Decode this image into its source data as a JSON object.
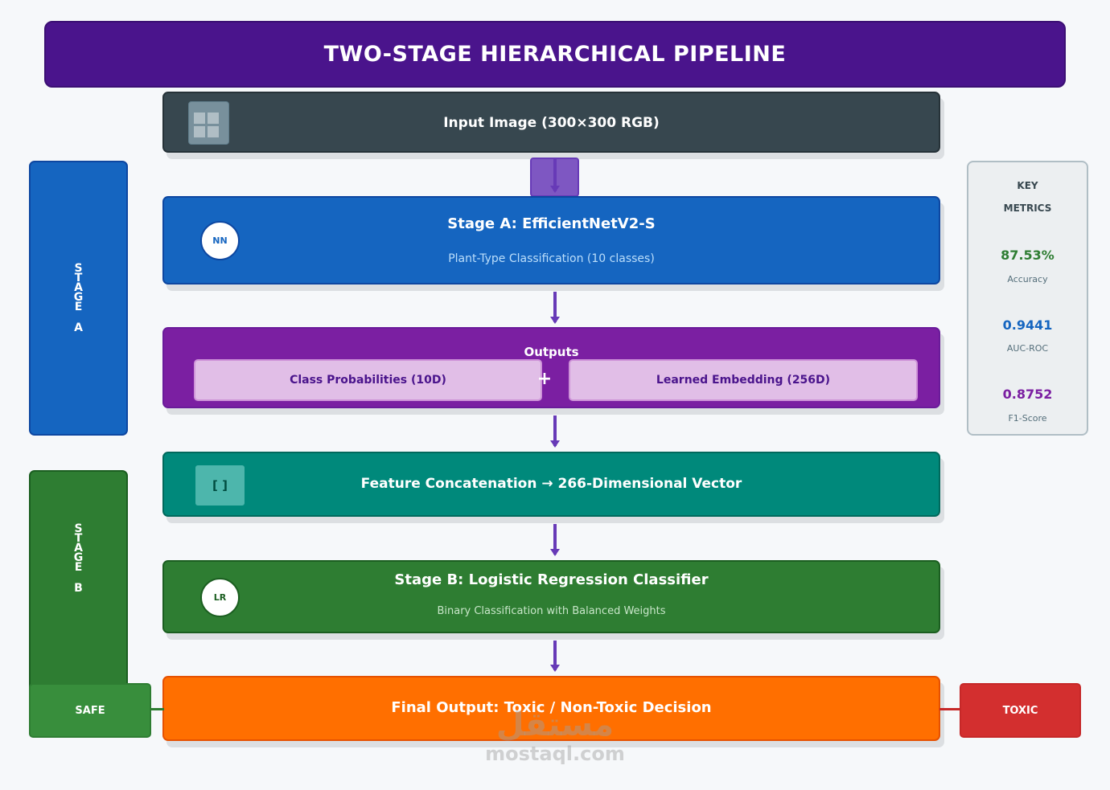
{
  "title": "TWO-STAGE HIERARCHICAL PIPELINE",
  "blocks": {
    "input": {
      "label": "Input Image (300×300 RGB)",
      "icon": "image-grid-icon"
    },
    "stage_a": {
      "label": "Stage A: EfficientNetV2-S",
      "sublabel": "Plant-Type Classification (10 classes)",
      "badge": "NN"
    },
    "outputs": {
      "label": "Outputs",
      "left": "Class Probabilities (10D)",
      "operator": "+",
      "right": "Learned Embedding (256D)"
    },
    "concat": {
      "label": "Feature Concatenation → 266-Dimensional Vector",
      "badge": "[ ]"
    },
    "stage_b": {
      "label": "Stage B: Logistic Regression Classifier",
      "sublabel": "Binary Classification with Balanced Weights",
      "badge": "LR"
    },
    "final": {
      "label": "Final Output: Toxic / Non-Toxic Decision"
    }
  },
  "side_labels": {
    "stage_a": {
      "word": [
        "S",
        "T",
        "A",
        "G",
        "E"
      ],
      "letter": "A"
    },
    "stage_b": {
      "word": [
        "S",
        "T",
        "A",
        "G",
        "E"
      ],
      "letter": "B"
    }
  },
  "metrics": {
    "heading_line1": "KEY",
    "heading_line2": "METRICS",
    "items": [
      {
        "value": "87.53%",
        "label": "Accuracy",
        "color": "#2e7d32"
      },
      {
        "value": "0.9441",
        "label": "AUC-ROC",
        "color": "#1565c0"
      },
      {
        "value": "0.8752",
        "label": "F1-Score",
        "color": "#7b1fa2"
      }
    ]
  },
  "decisions": {
    "safe": "SAFE",
    "toxic": "TOXIC"
  },
  "watermark": {
    "arabic": "مستقل",
    "latin": "mostaql.com"
  },
  "colors": {
    "title": "#4a148c",
    "input": "#37474f",
    "stage_a": "#1565c0",
    "outputs": "#7b1fa2",
    "concat": "#00897b",
    "stage_b": "#2e7d32",
    "final": "#ff6f00",
    "safe": "#388e3c",
    "toxic": "#d32f2f",
    "arrow": "#673ab7"
  }
}
